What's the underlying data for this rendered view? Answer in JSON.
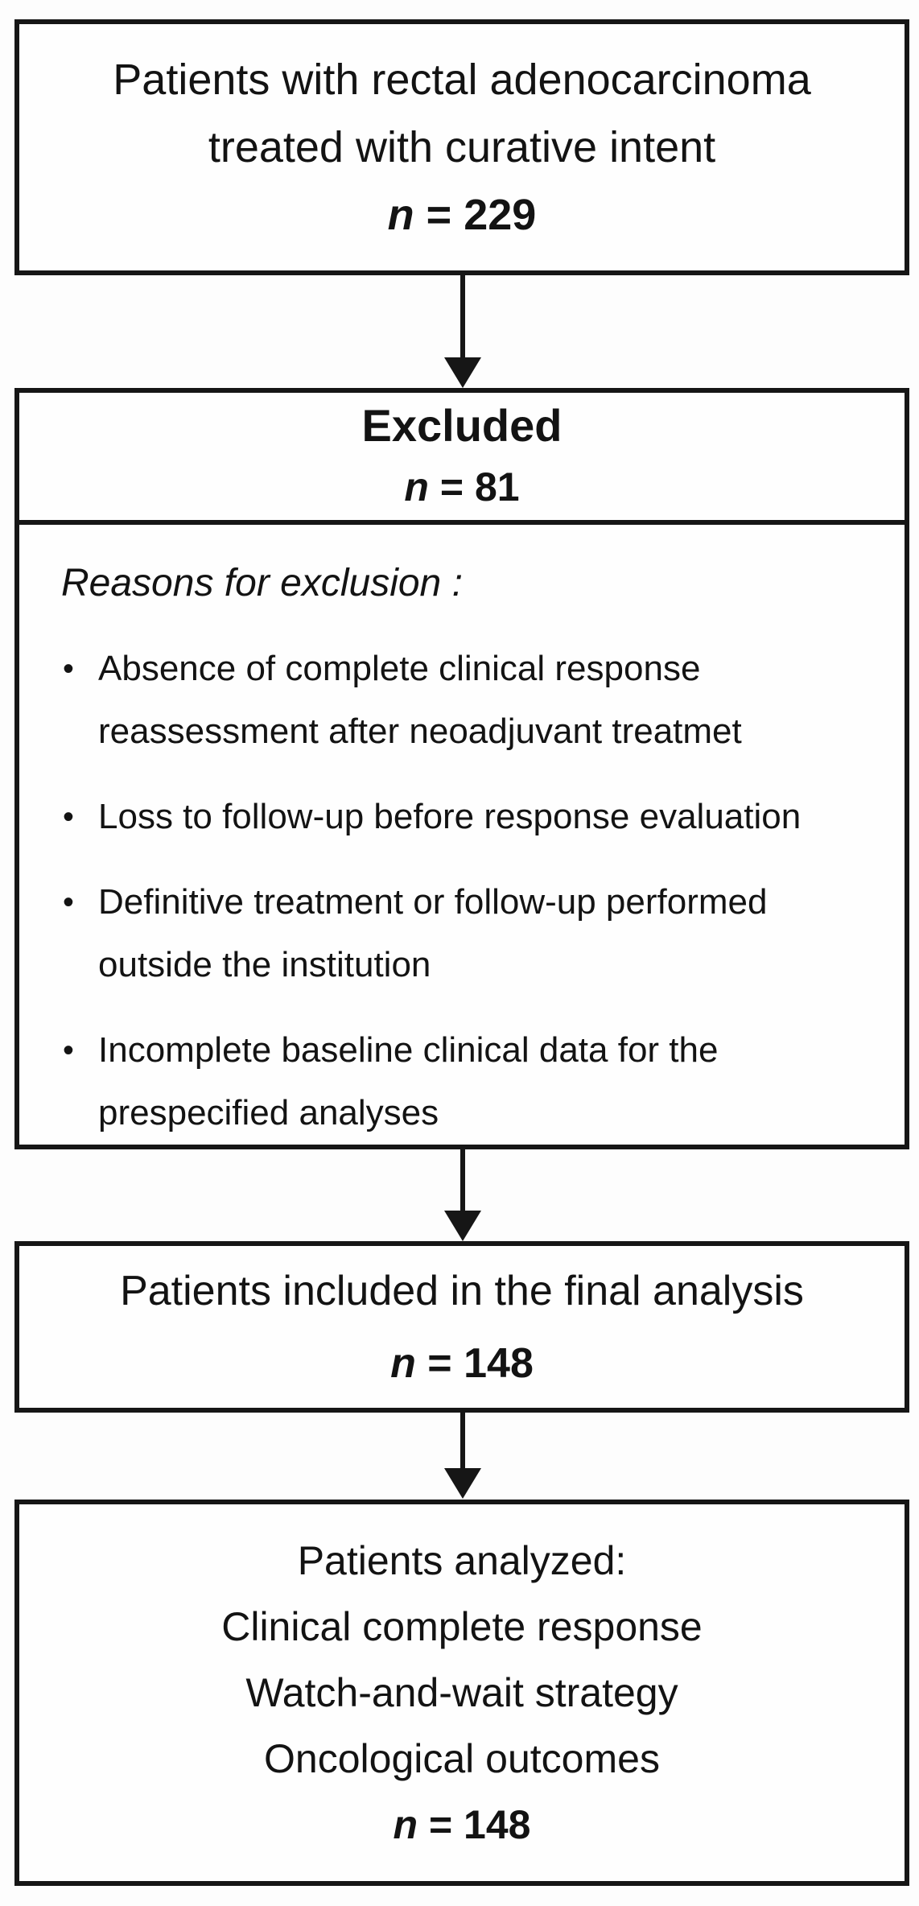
{
  "flow": {
    "box_initial": {
      "line1": "Patients with rectal adenocarcinoma",
      "line2": "treated with curative intent",
      "count_var": "n",
      "count_rest": " = 229"
    },
    "box_excluded": {
      "title": "Excluded",
      "count_var": "n",
      "count_rest": " = 81",
      "reasons_heading": "Reasons for exclusion :",
      "bullets": [
        "Absence of complete clinical response reassessment after neoadjuvant treatmet",
        "Loss to follow-up before response evaluation",
        "Definitive treatment or follow-up performed outside the institution",
        "Incomplete baseline clinical data for the prespecified analyses"
      ]
    },
    "box_final_analysis": {
      "line1": "Patients included in the final analysis",
      "count_var": "n",
      "count_rest": " = 148"
    },
    "box_analyzed": {
      "title": "Patients analyzed:",
      "item1": "Clinical complete response",
      "item2": "Watch-and-wait strategy",
      "item3": "Oncological outcomes",
      "count_var": "n",
      "count_rest": " = 148"
    }
  }
}
